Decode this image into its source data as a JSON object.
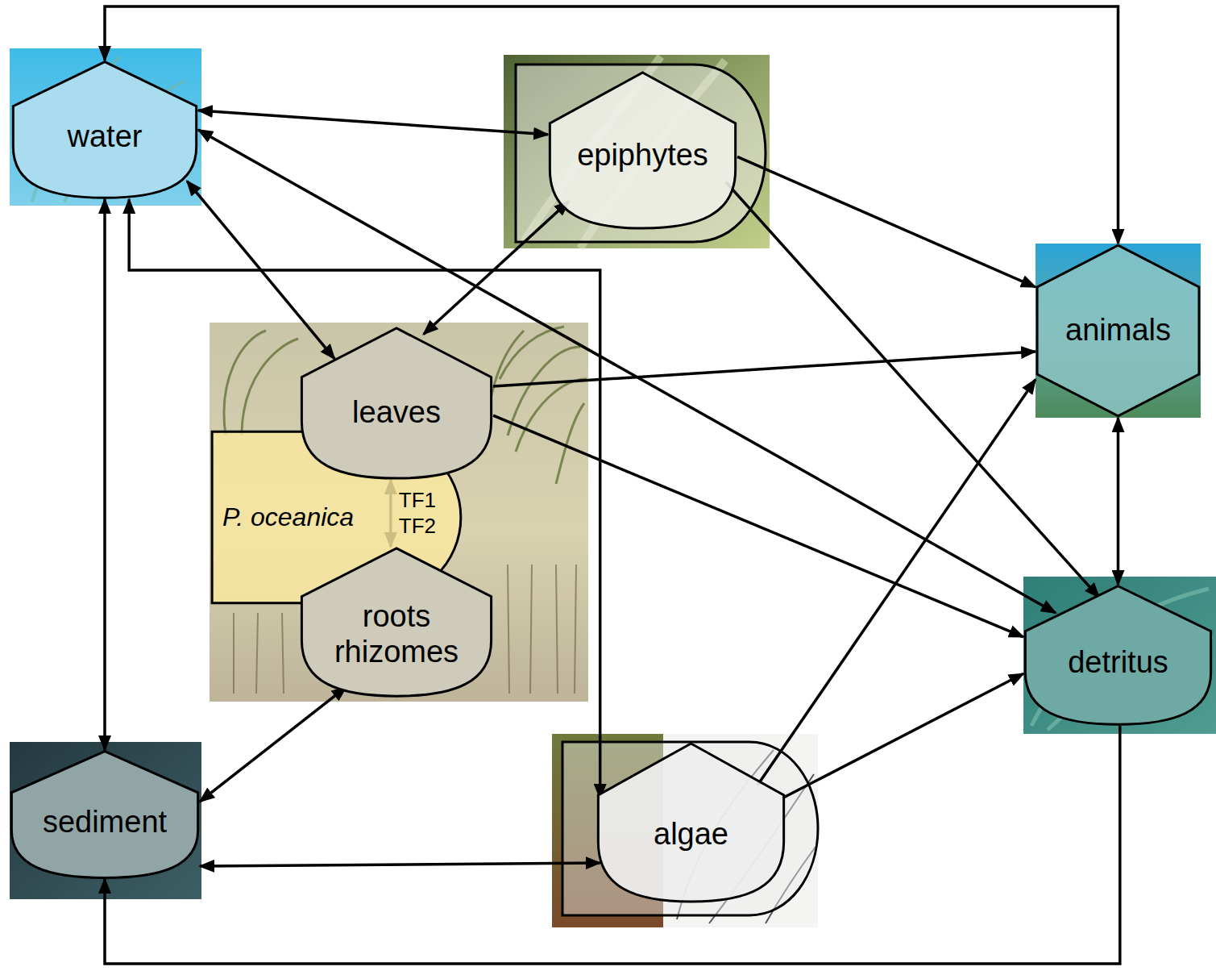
{
  "diagram": {
    "nodes": [
      {
        "text": [
          "water"
        ]
      },
      {
        "text": [
          "epiphytes"
        ]
      },
      {
        "text": [
          "P. oceanica"
        ]
      },
      {
        "text": [
          "leaves"
        ],
        "in": 2
      },
      {
        "text": [
          "roots rhizomes"
        ],
        "in": 2
      },
      {
        "text": [
          "animals"
        ]
      },
      {
        "text": [
          "detritus"
        ]
      },
      {
        "text": [
          "sediment"
        ]
      },
      {
        "text": [
          "algae"
        ]
      }
    ],
    "edges": [
      {
        "from": 0,
        "to": 1,
        "arrow": "both"
      },
      {
        "from": 0,
        "to": 3,
        "arrow": "both"
      },
      {
        "from": 0,
        "to": 6,
        "arrow": "both"
      },
      {
        "from": 0,
        "to": 5,
        "arrow": "both"
      },
      {
        "from": 0,
        "to": 8,
        "arrow": "both"
      },
      {
        "from": 0,
        "to": 7,
        "arrow": "both"
      },
      {
        "from": 1,
        "to": 3,
        "arrow": "both"
      },
      {
        "from": 1,
        "to": 5,
        "arrow": "to"
      },
      {
        "from": 1,
        "to": 6,
        "arrow": "to"
      },
      {
        "from": 3,
        "to": 5,
        "arrow": "to"
      },
      {
        "from": 3,
        "to": 6,
        "arrow": "to"
      },
      {
        "from": 3,
        "to": 4,
        "label": "TF1 TF2",
        "arrow": "both"
      },
      {
        "from": 4,
        "to": 7,
        "arrow": "both"
      },
      {
        "from": 7,
        "to": 8,
        "arrow": "both"
      },
      {
        "from": 8,
        "to": 5,
        "arrow": "to"
      },
      {
        "from": 8,
        "to": 6,
        "arrow": "to"
      },
      {
        "from": 5,
        "to": 6,
        "arrow": "both"
      },
      {
        "from": 6,
        "to": 7,
        "arrow": "to"
      }
    ]
  }
}
